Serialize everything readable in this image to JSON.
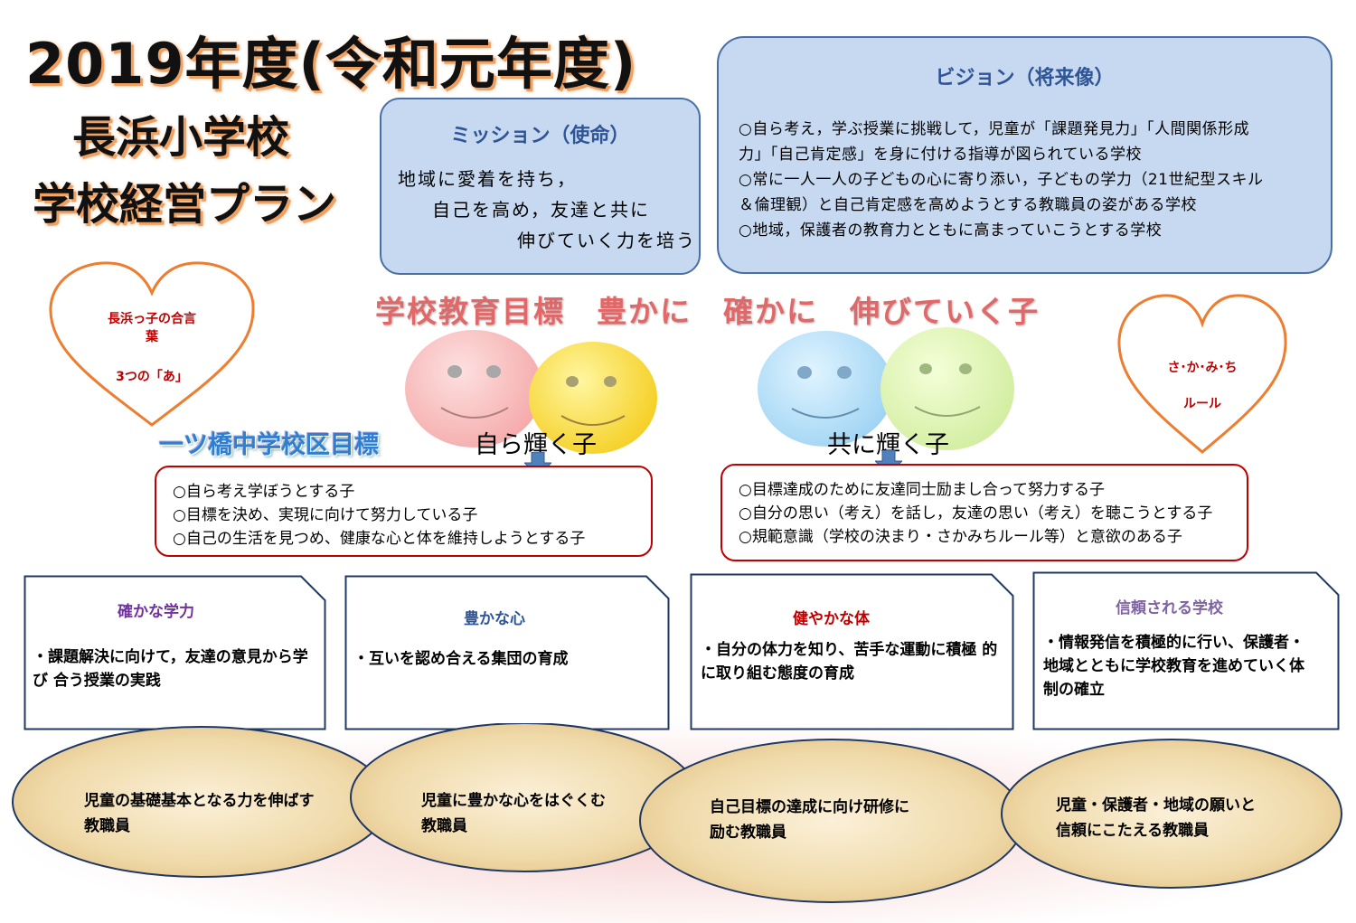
{
  "header": {
    "title_line1": "2019年度(令和元年度)",
    "title_line2": "長浜小学校",
    "title_line3": "学校経営プラン"
  },
  "mission": {
    "heading": "ミッション（使命）",
    "lines": [
      "地域に愛着を持ち，",
      "自己を高め，友達と共に",
      "伸びていく力を培う"
    ]
  },
  "vision": {
    "heading": "ビジョン（将来像）",
    "lines": [
      "○自ら考え，学ぶ授業に挑戦して，児童が「課題発見力」「人間関係形成",
      "力」「自己肯定感」を身に付ける指導が図られている学校",
      "○常に一人一人の子どもの心に寄り添い，子どもの学力（21世紀型スキル",
      "＆倫理観）と自己肯定感を高めようとする教職員の姿がある学校",
      "○地域，保護者の教育力とともに高まっていこうとする学校"
    ]
  },
  "heart_left": {
    "line1": "長浜っ子の合言",
    "line2": "葉",
    "line3": "3つの「あ」"
  },
  "heart_right": {
    "line1": "さ･か･み･ち",
    "line2": "ルール"
  },
  "school_goal": "学校教育目標　豊かに　確かに　伸びていく子",
  "district_goal": "一ツ橋中学校区目標",
  "kids": {
    "left_label": "自ら輝く子",
    "right_label": "共に輝く子"
  },
  "left_goals": [
    "○自ら考え学ぼうとする子",
    "○目標を決め、実現に向けて努力している子",
    "○自己の生活を見つめ、健康な心と体を維持しようとする子"
  ],
  "right_goals": [
    "○目標達成のために友達同士励まし合って努力する子",
    "○自分の思い（考え）を話し，友達の思い（考え）を聴こうとする子",
    "○規範意識（学校の決まり・さかみちルール等）と意欲のある子"
  ],
  "cards": [
    {
      "heading": "確かな学力",
      "body": "・課題解決に向けて，友達の意見から学び 合う授業の実践"
    },
    {
      "heading": "豊かな心",
      "body": "・互いを認め合える集団の育成"
    },
    {
      "heading": "健やかな体",
      "body": "・自分の体力を知り、苦手な運動に積極 的に取り組む態度の育成"
    },
    {
      "heading": "信頼される学校",
      "body": "・情報発信を積極的に行い、保護者・地域とともに学校教育を進めていく体制の確立"
    }
  ],
  "ovals": [
    {
      "line1": "児童の基礎基本となる力を伸ばす",
      "line2": "教職員"
    },
    {
      "line1": "児童に豊かな心をはぐくむ",
      "line2": "教職員"
    },
    {
      "line1": "自己目標の達成に向け研修に",
      "line2": "励む教職員"
    },
    {
      "line1": "児童・保護者・地域の願いと",
      "line2": "信頼にこたえる教職員"
    }
  ],
  "colors": {
    "panel_fill": "#c6d9f0",
    "panel_border": "#4a6fa5",
    "goal_box_border": "#c00000",
    "heart_stroke": "#ed7d31",
    "card1_heading": "#7030a0",
    "card2_heading": "#2f5597",
    "card3_heading": "#c00000",
    "card4_heading": "#8064a2"
  }
}
